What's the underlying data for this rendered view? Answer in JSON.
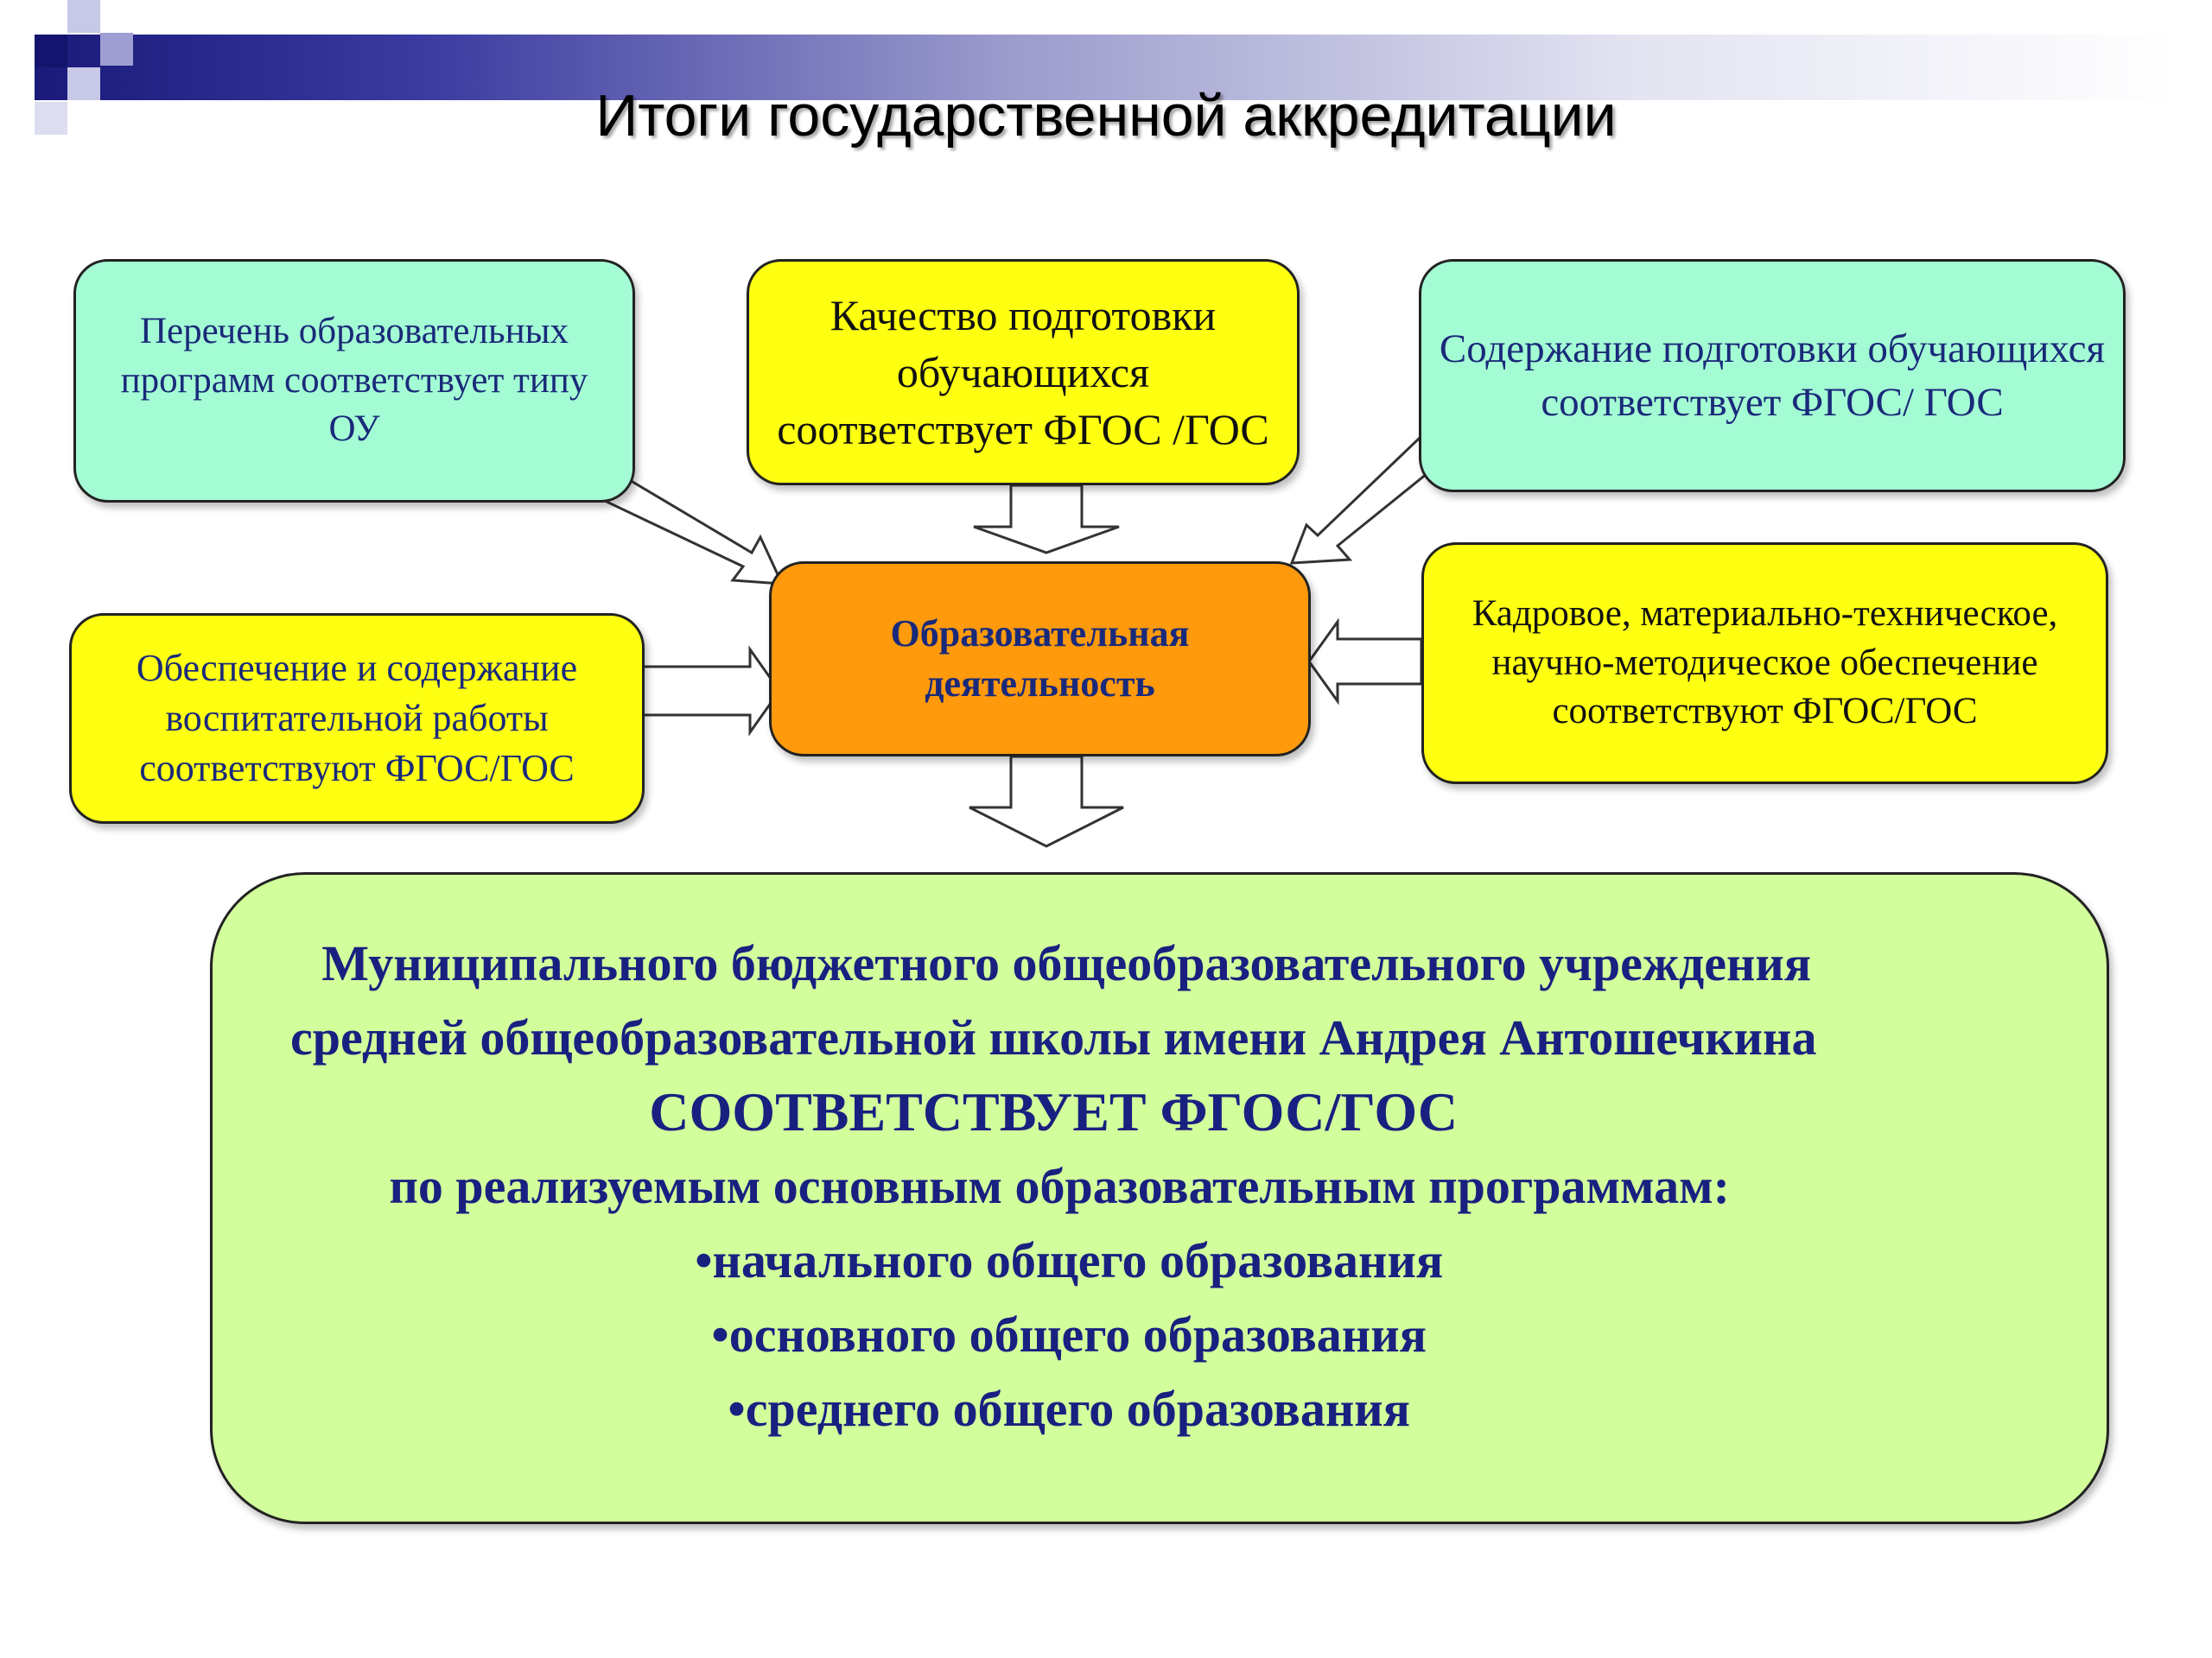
{
  "title": "Итоги государственной аккредитации",
  "boxes": {
    "programs": "Перечень образовательных программ соответствует типу ОУ",
    "quality": "Качество подготовки обучающихся соответствует ФГОС /ГОС",
    "content": "Содержание подготовки обучающихся соответствует ФГОС/ ГОС",
    "upbringing": "Обеспечение и содержание воспитательной работы соответствуют ФГОС/ГОС",
    "center": "Образовательная деятельность",
    "resources": "Кадровое, материально-техническое, научно-методическое обеспечение соответствуют ФГОС/ГОС"
  },
  "conclusion": {
    "line1": "Муниципального бюджетного общеобразовательного учреждения",
    "line2": "средней общеобразовательной школы имени Андрея Антошечкина",
    "line3": "СООТВЕТСТВУЕТ  ФГОС/ГОС",
    "line4": "по реализуемым основным образовательным программам:",
    "items": [
      "начального общего образования",
      "основного общего образования",
      "среднего общего образования"
    ]
  },
  "colors": {
    "teal": "#a4fcd4",
    "yellow": "#ffff12",
    "orange": "#ff9a0c",
    "green": "#d2ff9c",
    "text_blue": "#1a2a7a"
  }
}
